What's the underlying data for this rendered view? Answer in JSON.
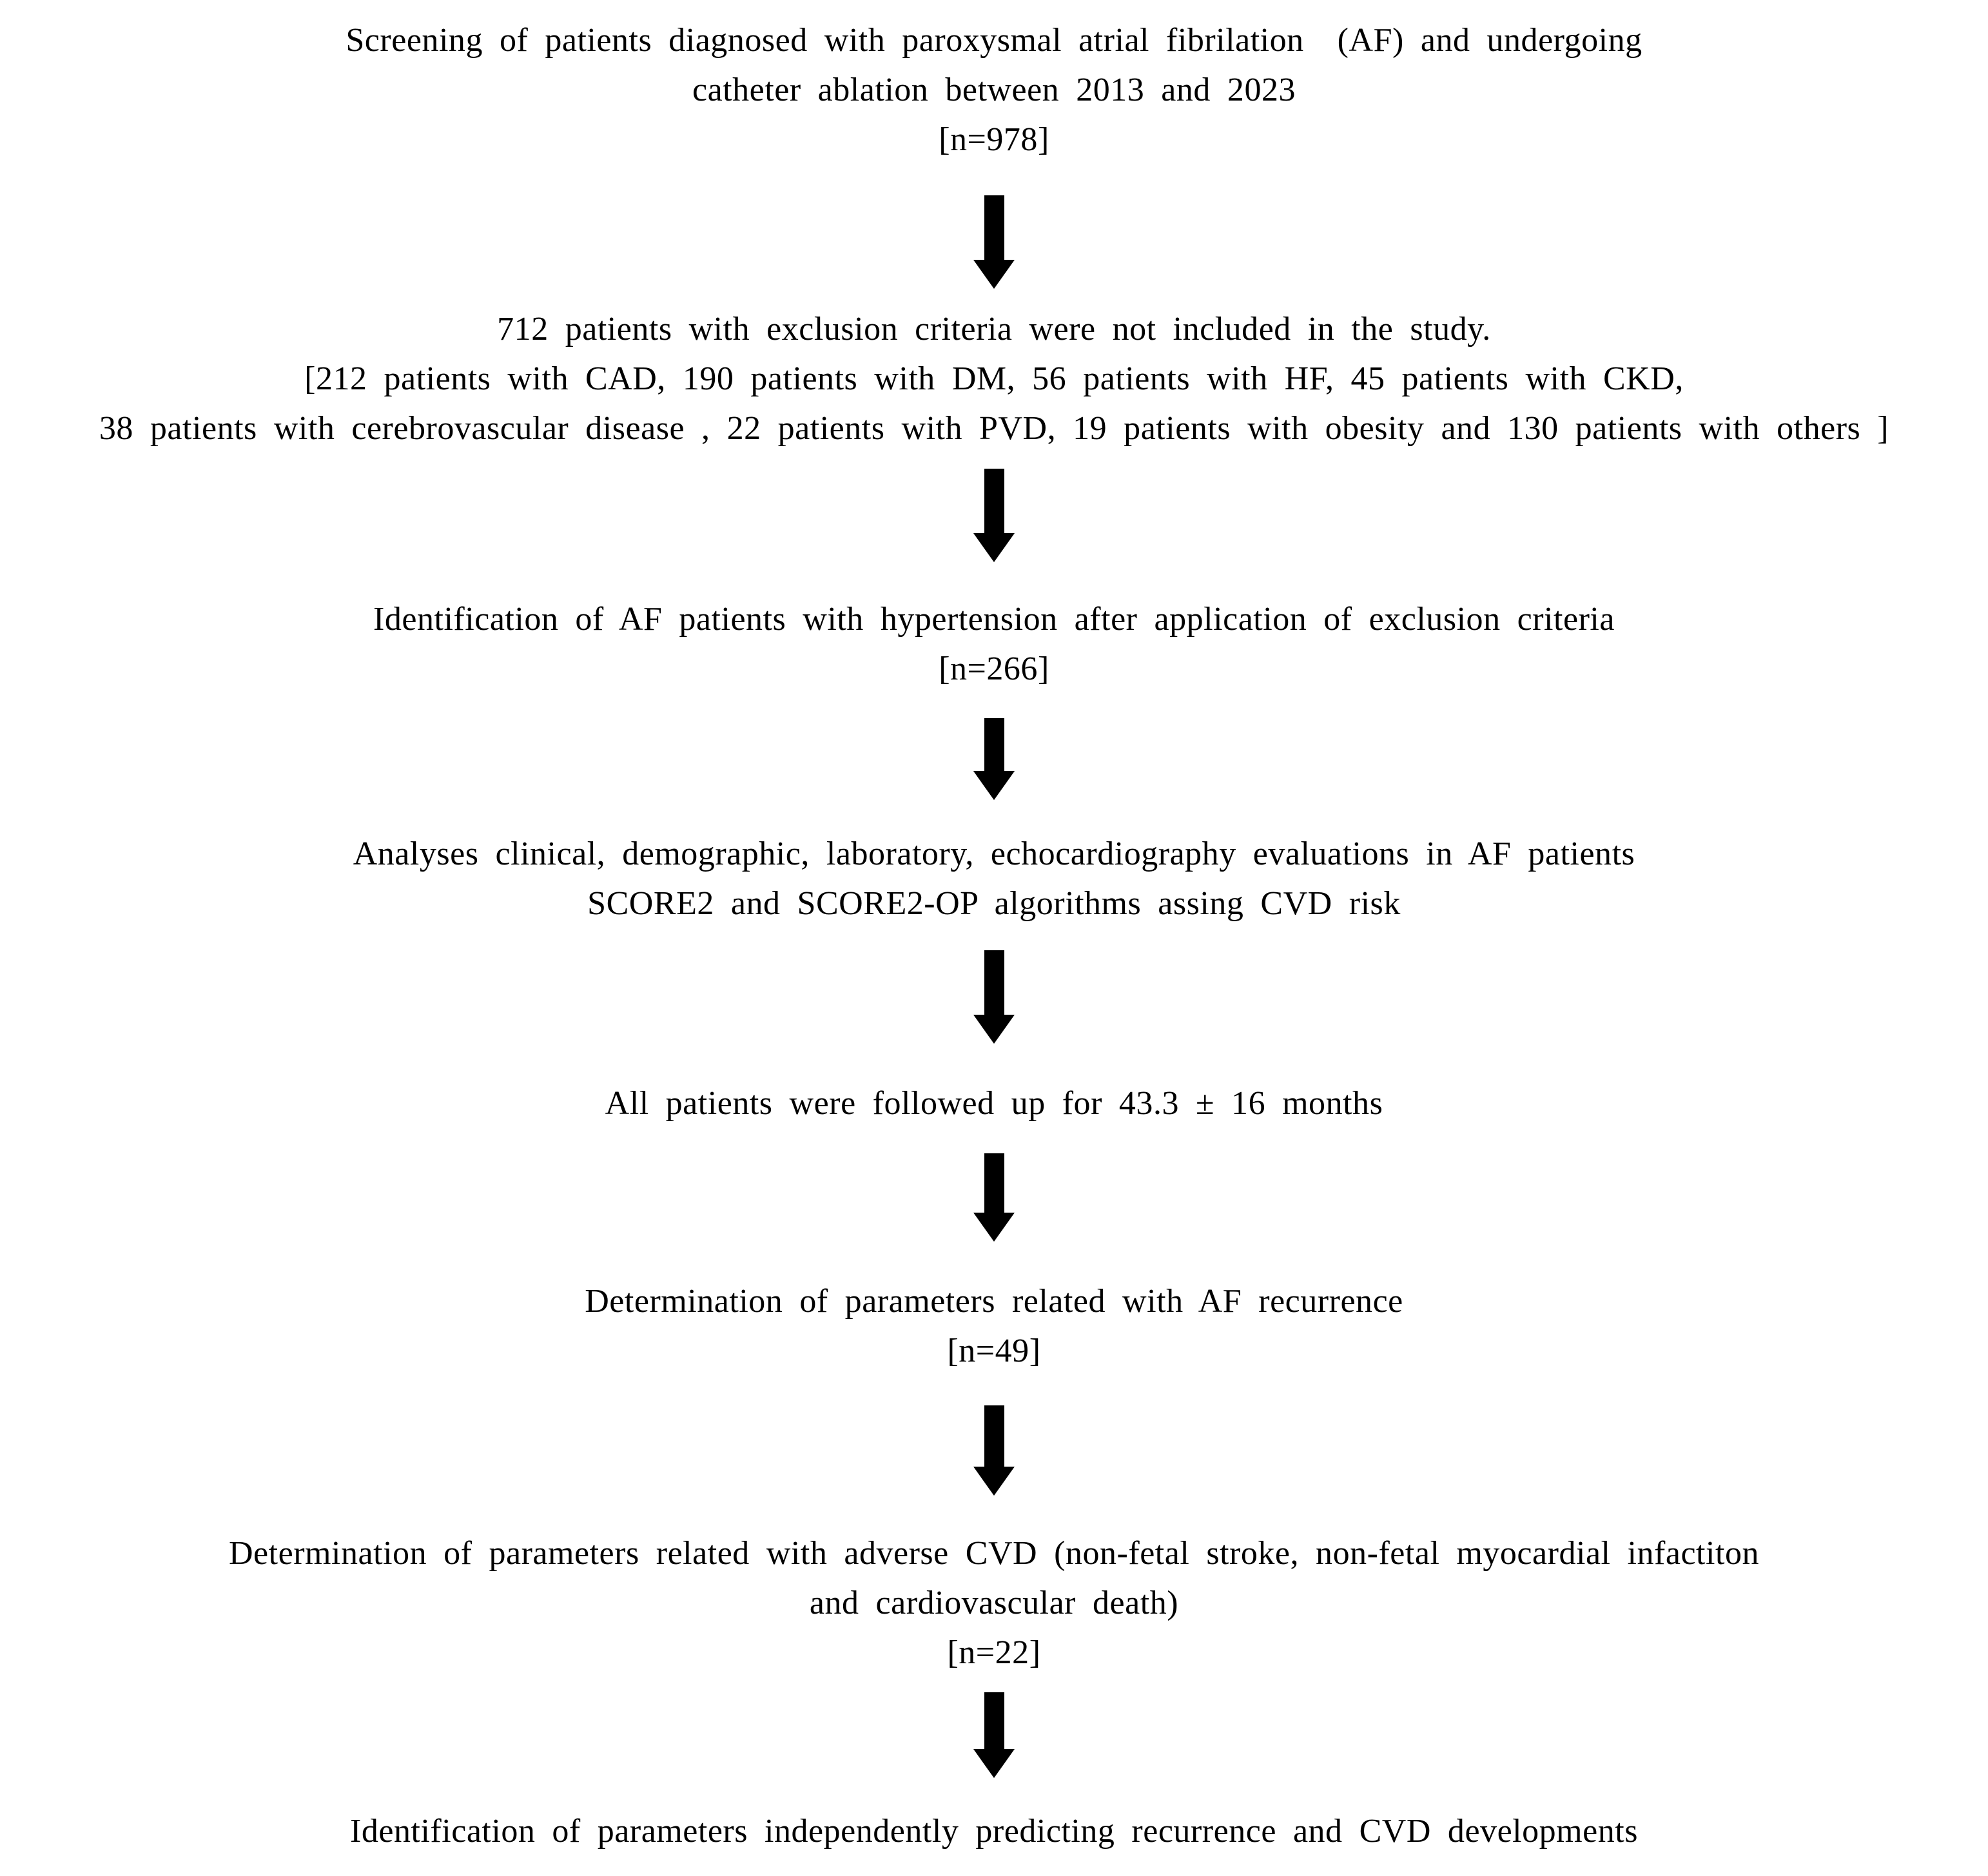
{
  "page": {
    "background_color": "#ffffff",
    "text_color": "#000000",
    "arrow_color": "#000000"
  },
  "flow": {
    "arrow_direction": "down",
    "arrow_count": 7,
    "steps": [
      {
        "name": "screening",
        "lines": [
          "Screening of patients diagnosed with paroxysmal atrial fibrilation  (AF) and undergoing",
          "catheter ablation between 2013 and 2023",
          "[n=978]"
        ]
      },
      {
        "name": "exclusion",
        "lines": [
          "712 patients with exclusion criteria were not included in the study.",
          "[212 patients with CAD, 190 patients with DM, 56 patients with HF, 45 patients with CKD,",
          "38 patients with cerebrovascular disease , 22 patients with PVD, 19 patients with obesity and 130 patients with others ]"
        ]
      },
      {
        "name": "identification-hypertension",
        "lines": [
          "Identification of AF patients with hypertension after application of exclusion criteria",
          "[n=266]"
        ]
      },
      {
        "name": "analyses",
        "lines": [
          "Analyses clinical, demographic, laboratory, echocardiography evaluations in AF patients",
          "SCORE2 and SCORE2-OP algorithms assing CVD risk"
        ]
      },
      {
        "name": "follow-up",
        "lines": [
          "All patients were followed up for 43.3 ± 16 months"
        ]
      },
      {
        "name": "af-recurrence-parameters",
        "lines": [
          "Determination of parameters related with AF recurrence",
          "[n=49]"
        ]
      },
      {
        "name": "adverse-cvd-parameters",
        "lines": [
          "Determination of parameters related with adverse CVD (non-fetal stroke, non-fetal myocardial infactiton",
          "and cardiovascular death)",
          "[n=22]"
        ]
      },
      {
        "name": "independent-predictors",
        "lines": [
          "Identification of parameters independently predicting recurrence and CVD developments"
        ]
      }
    ]
  }
}
